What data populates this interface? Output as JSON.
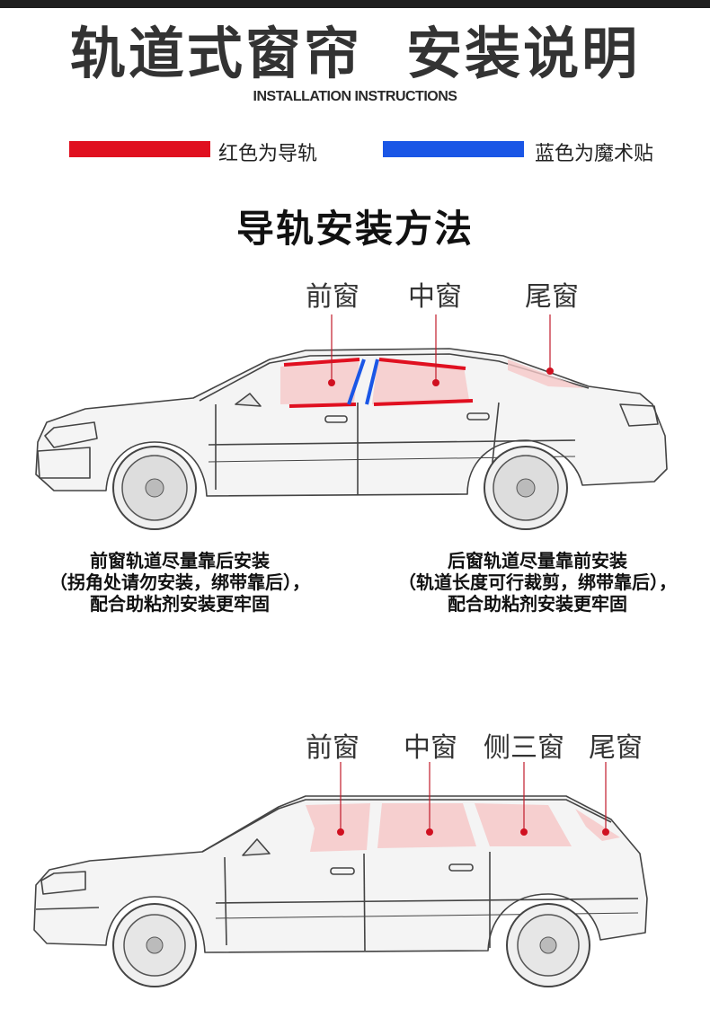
{
  "header": {
    "title": "轨道式窗帘  安装说明",
    "subtitle": "INSTALLATION INSTRUCTIONS"
  },
  "legend": {
    "red": {
      "label": "红色为导轨",
      "color": "#e01020"
    },
    "blue": {
      "label": "蓝色为魔术贴",
      "color": "#1a56e6"
    }
  },
  "section": {
    "title": "导轨安装方法"
  },
  "sedan": {
    "labels": [
      "前窗",
      "中窗",
      "尾窗"
    ]
  },
  "notes": {
    "left": [
      "前窗轨道尽量靠后安装",
      "（拐角处请勿安装，绑带靠后），",
      "配合助粘剂安装更牢固"
    ],
    "right": [
      "后窗轨道尽量靠前安装",
      "（轨道长度可行裁剪，绑带靠后），",
      "配合助粘剂安装更牢固"
    ]
  },
  "wagon": {
    "labels": [
      "前窗",
      "中窗",
      "侧三窗",
      "尾窗"
    ]
  }
}
